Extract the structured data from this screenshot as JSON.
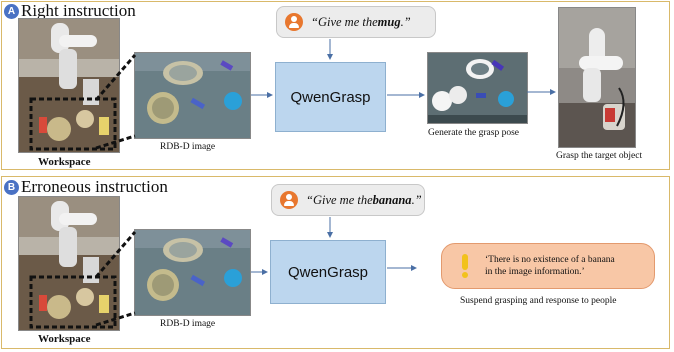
{
  "panel_a": {
    "badge": "A",
    "title": "Right instruction",
    "instruction_prefix": "“Give me the ",
    "instruction_object": "mug",
    "instruction_suffix": ".”",
    "workspace_label": "Workspace",
    "rgbd_label": "RDB-D image",
    "model_label": "QwenGrasp",
    "grasp_pose_label": "Generate the grasp pose",
    "grasp_target_label": "Grasp the target object"
  },
  "panel_b": {
    "badge": "B",
    "title": "Erroneous instruction",
    "instruction_prefix": "“Give me the ",
    "instruction_object": "banana",
    "instruction_suffix": ".”",
    "workspace_label": "Workspace",
    "rgbd_label": "RDB-D image",
    "model_label": "QwenGrasp",
    "response_line1": "‘There is no existence of a banana",
    "response_line2": "in the image information.’",
    "suspend_label": "Suspend grasping and response to people"
  },
  "colors": {
    "panel_border": "#d9b96a",
    "badge": "#4a72c4",
    "model_box": "#bcd6ee",
    "arrow": "#4a6fa5",
    "person_icon": "#e8772e",
    "response_box": "#f8c7a6",
    "warning_icon": "#f2c21c"
  }
}
